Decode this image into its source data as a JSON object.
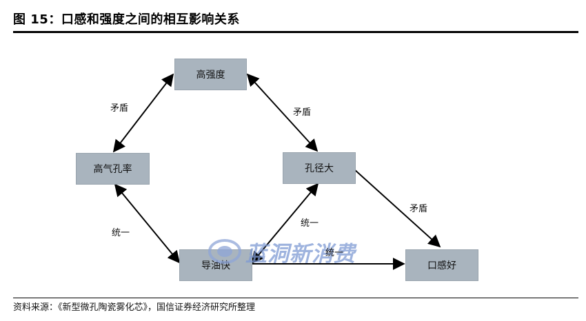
{
  "figure": {
    "title": "图 15：口感和强度之间的相互影响关系",
    "source": "资料来源：《新型微孔陶瓷雾化芯》，国信证券经济研究所整理"
  },
  "nodes": {
    "high_strength": "高强度",
    "high_porosity": "高气孔率",
    "large_pore_size": "孔径大",
    "fast_oil_guide": "导油快",
    "good_taste": "口感好"
  },
  "edges": {
    "strength_porosity": "矛盾",
    "strength_pore_size": "矛盾",
    "pore_size_taste": "矛盾",
    "porosity_oil": "统一",
    "pore_size_oil": "统一",
    "oil_taste": "统一"
  },
  "watermark": {
    "text": "蓝洞新消费",
    "accent": "#7e9ad4"
  }
}
